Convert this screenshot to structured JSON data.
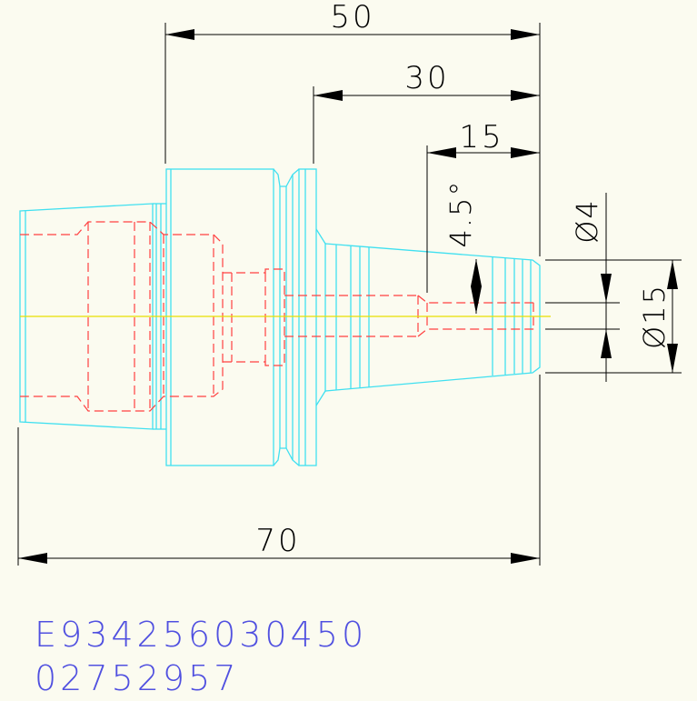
{
  "drawing": {
    "dimensions": {
      "length_total": "70",
      "length_50": "50",
      "length_30": "30",
      "length_15": "15",
      "taper_angle": "4.5°",
      "dia_small": "Ø4",
      "dia_large": "Ø15"
    },
    "colors": {
      "outline": "#40e0f0",
      "hidden": "#ff4040",
      "centerline": "#e8e000",
      "dimension": "#000000",
      "code": "#5050e0"
    }
  },
  "codes": {
    "line1": "E934256030450",
    "line2": "02752957"
  }
}
